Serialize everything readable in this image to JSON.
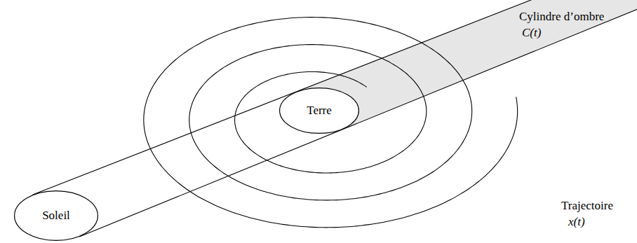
{
  "diagram": {
    "nodes": [
      {
        "text": [
          "Terre"
        ]
      },
      {
        "text": [
          "Soleil"
        ]
      }
    ],
    "labels": [
      "Cylindre d’ombre",
      "C(t)",
      "Trajectoire",
      "x(t)"
    ]
  }
}
